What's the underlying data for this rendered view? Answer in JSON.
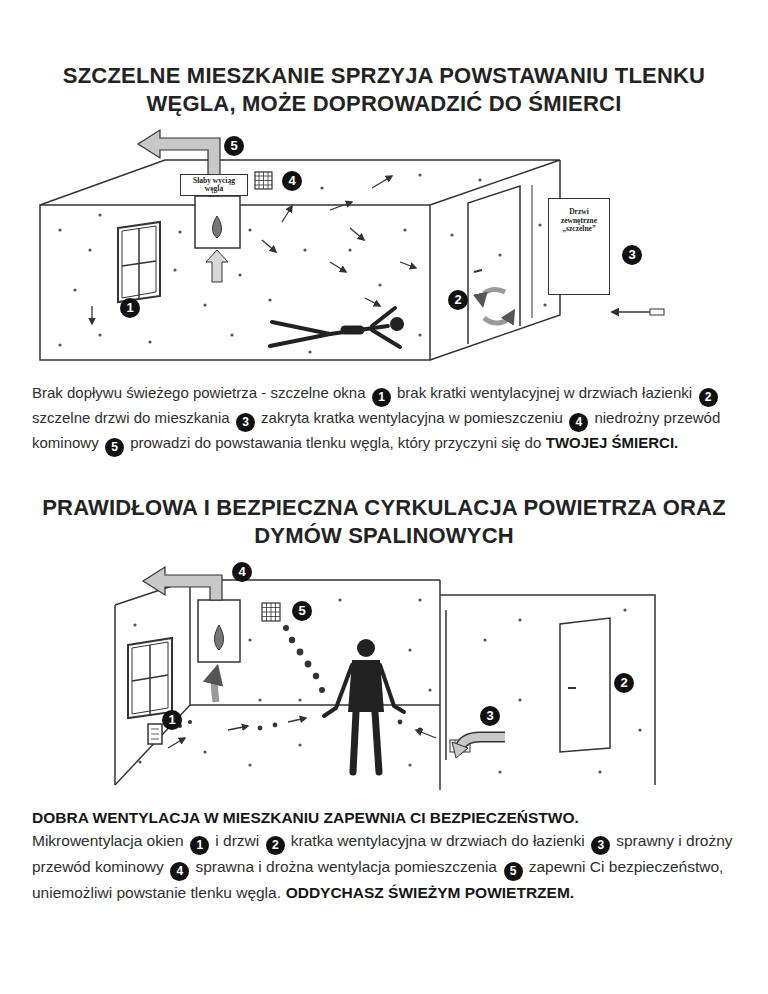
{
  "diagram": {
    "title": "SZCZELNE MIESZKANIE SPRZYJA POWSTAWANIU TLENKU WĘGLA, MOŻE DOPROWADZIĆ DO ŚMIERCI",
    "nodes": [
      {
        "text": [
          "Słaby wyciąg węgla"
        ]
      },
      {
        "text": [
          "Drzwi zewnętrzne „szczelne”"
        ]
      }
    ],
    "labels": [
      "1",
      "2",
      "3",
      "4",
      "5",
      "Brak dopływu świeżego powietrza - szczelne okna",
      "1",
      "brak kratki wentylacyjnej w drzwiach łazienki",
      "2",
      "szczelne drzwi do mieszkania",
      "3",
      "zakryta kratka wentylacyjna w pomieszczeniu",
      "4",
      "niedrożny przewód kominowy",
      "5",
      "prowadzi do powstawania tlenku węgla, który przyczyni się do",
      "TWOJEJ ŚMIERCI.",
      "PRAWIDŁOWA I BEZPIECZNA CYRKULACJA POWIETRZA ORAZ DYMÓW SPALINOWYCH",
      "1",
      "2",
      "3",
      "4",
      "5",
      "DOBRA WENTYLACJA W MIESZKANIU ZAPEWNIA CI BEZPIECZEŃSTWO.",
      "Mikrowentylacja okien",
      "1",
      "i drzwi",
      "2",
      "kratka wentylacyjna w drzwiach do łazienki",
      "3",
      "sprawny i drożny przewód kominowy",
      "4",
      "sprawna i drożna wentylacja pomieszczenia",
      "5",
      "zapewni Ci bezpieczeństwo, uniemożliwi powstanie tlenku węgla.",
      "ODDYCHASZ ŚWIEŻYM POWIETRZEM."
    ]
  }
}
